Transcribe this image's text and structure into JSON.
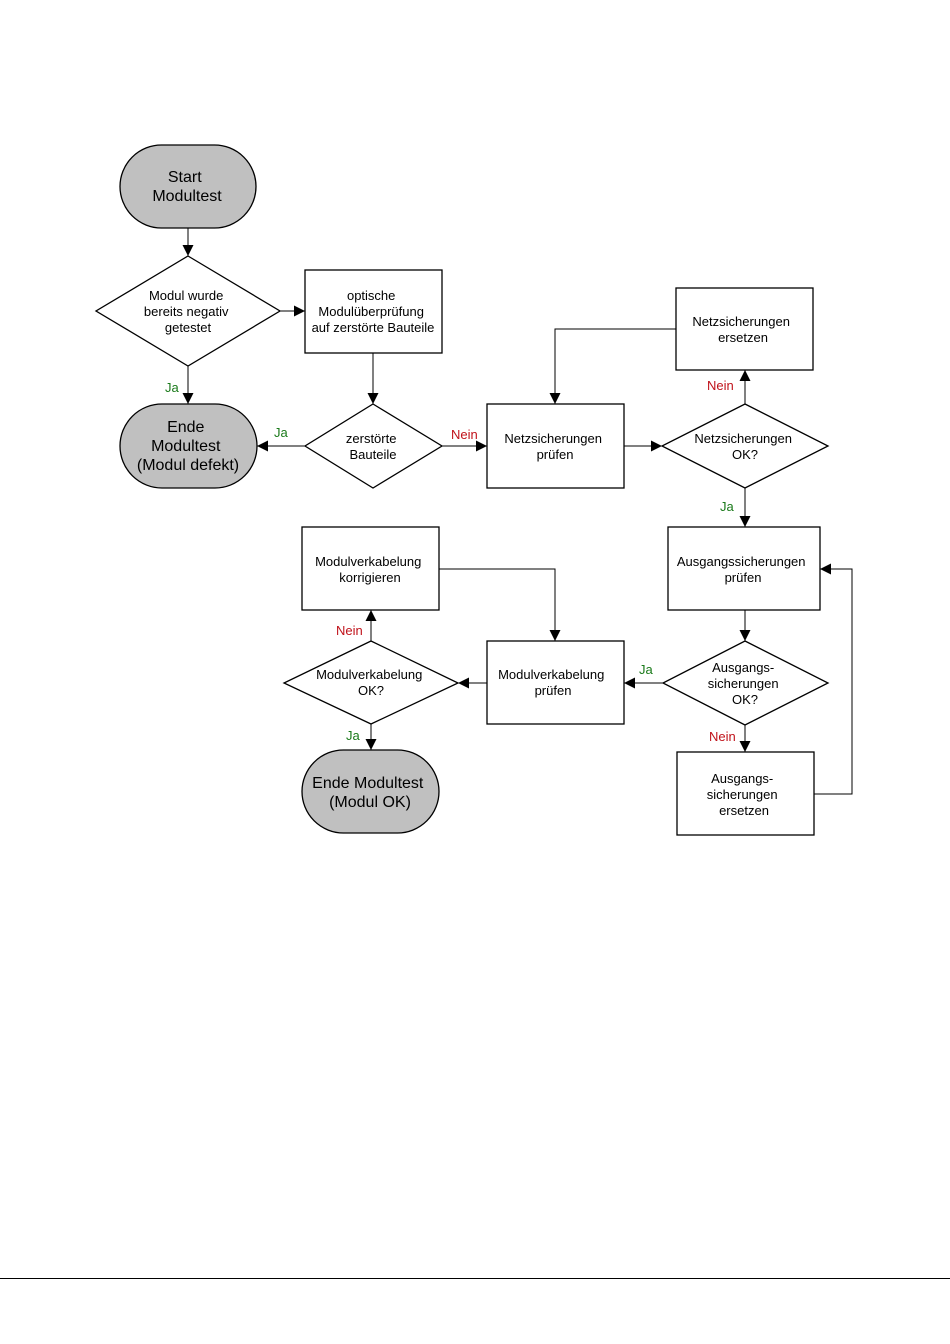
{
  "colors": {
    "terminal_fill": "#c0c0c0",
    "ja": "#1a7a1a",
    "nein": "#c0121a",
    "stroke": "#000000"
  },
  "nodes": {
    "start": [
      "Start",
      "Modultest"
    ],
    "decision_tested": [
      "Modul wurde",
      "bereits negativ",
      "getestet"
    ],
    "optical_check": [
      "optische",
      "Modulüberprüfung",
      "auf zerstörte Bauteile"
    ],
    "end_defect": [
      "Ende",
      "Modultest",
      "(Modul defekt)"
    ],
    "decision_destroyed": [
      "zerstörte",
      "Bauteile"
    ],
    "check_mains_fuses": [
      "Netzsicherungen",
      "prüfen"
    ],
    "decision_mains_fuses": [
      "Netzsicherungen",
      "OK?"
    ],
    "replace_mains_fuses": [
      "Netzsicherungen",
      "ersetzen"
    ],
    "check_output_fuses": [
      "Ausgangssicherungen",
      "prüfen"
    ],
    "decision_output_fuses": [
      "Ausgangs-",
      "sicherungen",
      "OK?"
    ],
    "replace_output_fuses": [
      "Ausgangs-",
      "sicherungen",
      "ersetzen"
    ],
    "check_wiring": [
      "Modulverkabelung",
      "prüfen"
    ],
    "decision_wiring": [
      "Modulverkabelung",
      "OK?"
    ],
    "fix_wiring": [
      "Modulverkabelung",
      "korrigieren"
    ],
    "end_ok": [
      "Ende Modultest",
      "(Modul OK)"
    ]
  },
  "edge_labels": {
    "tested_ja": "Ja",
    "destroyed_ja": "Ja",
    "destroyed_nein": "Nein",
    "mains_nein": "Nein",
    "mains_ja": "Ja",
    "output_ja": "Ja",
    "output_nein": "Nein",
    "wiring_nein": "Nein",
    "wiring_ja": "Ja"
  }
}
